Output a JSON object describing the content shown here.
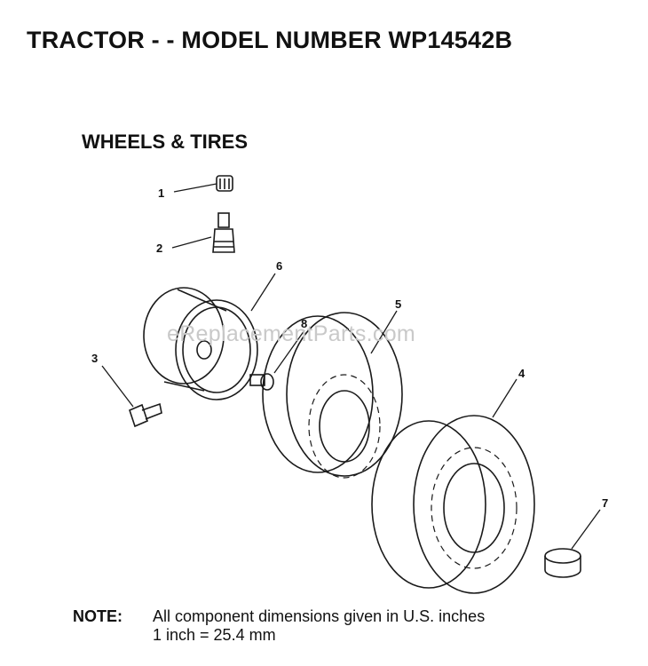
{
  "header": {
    "title": "TRACTOR - - MODEL NUMBER WP14542B"
  },
  "section": {
    "title": "WHEELS & TIRES"
  },
  "watermark": "eReplacementParts.com",
  "callouts": {
    "c1": "1",
    "c2": "2",
    "c3": "3",
    "c4": "4",
    "c5": "5",
    "c6": "6",
    "c7": "7",
    "c8": "8"
  },
  "note": {
    "label": "NOTE:",
    "line1": "All component dimensions given in U.S. inches",
    "line2": "1 inch = 25.4 mm"
  }
}
